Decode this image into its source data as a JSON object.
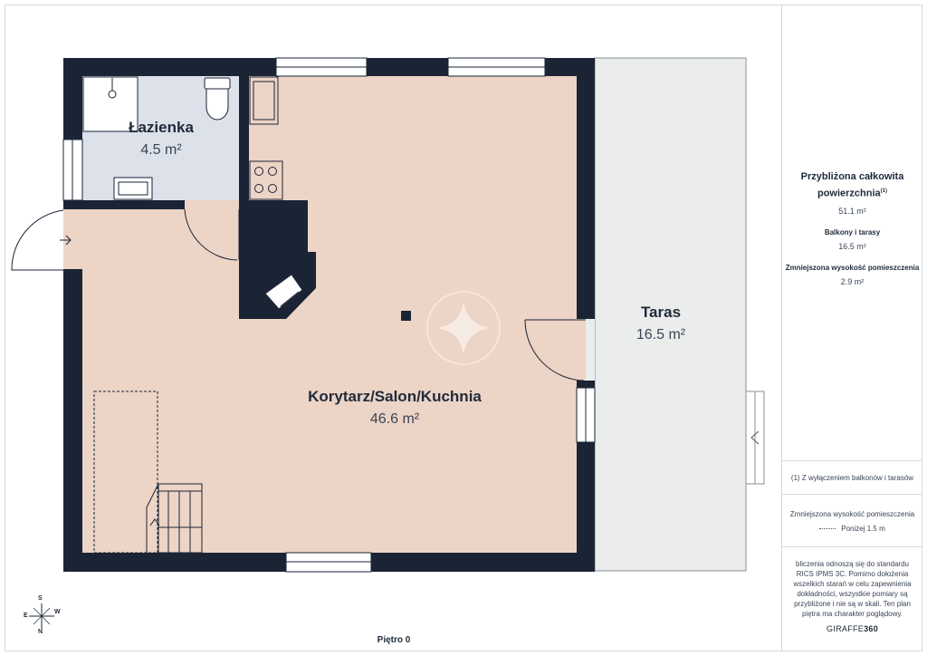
{
  "rooms": {
    "lazienka": {
      "name": "Łazienka",
      "area": "4.5 m²"
    },
    "salon": {
      "name": "Korytarz/Salon/Kuchnia",
      "area": "46.6 m²"
    },
    "taras": {
      "name": "Taras",
      "area": "16.5 m²"
    }
  },
  "summary": {
    "total_title_line1": "Przybliżona całkowita",
    "total_title_line2": "powierzchnia",
    "total_footnote": "(1)",
    "total_value": "51.1 m²",
    "balconies_label": "Balkony i tarasy",
    "balconies_value": "16.5 m²",
    "reduced_label": "Zmniejszona wysokość pomieszczenia",
    "reduced_value": "2.9 m²"
  },
  "notes": {
    "footnote": "(1) Z wyłączeniem balkonów i tarasów",
    "legend_title": "Zmniejszona wysokość pomieszczenia",
    "legend_value": "Poniżej 1.5 m",
    "disclaimer": [
      "bliczenia odnoszą się do standardu",
      "RICS IPMS 3C. Pomimo dołożenia",
      "wszelkich starań w celu zapewnienia",
      "dokładności, wszystkie pomiary są",
      "przybliżone i nie są w skali. Ten plan",
      "piętra ma charakter poglądowy."
    ],
    "brand_prefix": "GIRAFFE",
    "brand_suffix": "360"
  },
  "floor_label": "Piętro 0",
  "compass": {
    "n": "N",
    "s": "S",
    "e": "E",
    "w": "W"
  },
  "colors": {
    "wall": "#1a2435",
    "living": "#ecd4c6",
    "bathroom": "#dce1ea",
    "terrace": "#ebedec"
  }
}
